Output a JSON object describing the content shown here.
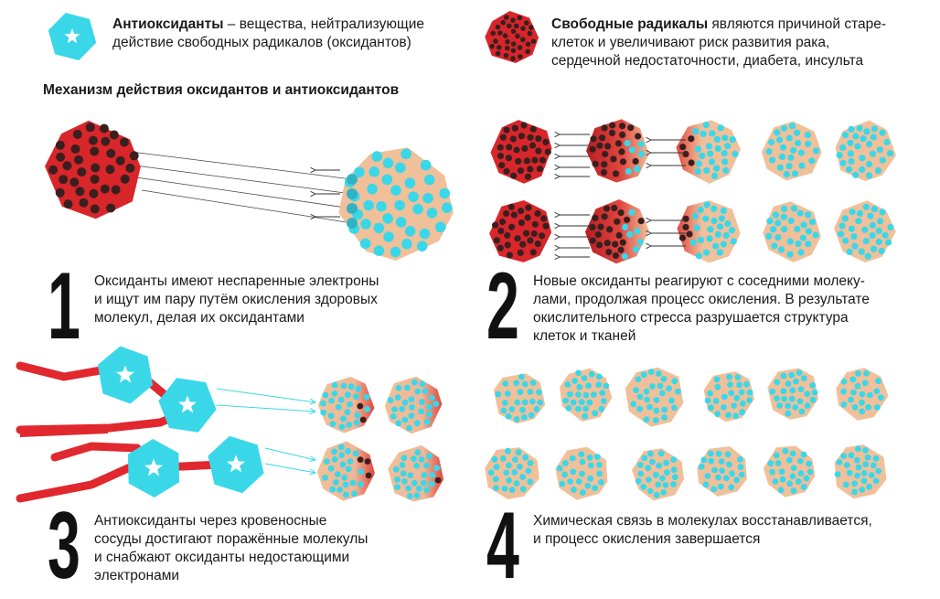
{
  "legend": {
    "antioxidant_term": "Антиоксиданты",
    "antioxidant_def_1": " – вещества, нейтрализующие",
    "antioxidant_def_2": "действие свободных радикалов (оксидантов)",
    "radical_term": "Свободные радикалы",
    "radical_def_1": " являются причиной старе-",
    "radical_def_2": "клеток и увеличивают риск развития рака,",
    "radical_def_3": "сердечной недостаточности, диабета, инсульта"
  },
  "heading": "Механизм действия оксидантов и антиоксидантов",
  "steps": [
    {
      "number": "1",
      "lines": [
        "Оксиданты имеют неспаренные электроны",
        "и ищут им пару путём окисления здоровых",
        "молекул, делая их оксидантами"
      ]
    },
    {
      "number": "2",
      "lines": [
        "Новые оксиданты реагируют с соседними молеку-",
        "лами, продолжая процесс окисления. В результате",
        "окислительного стресса разрушается структура",
        "клеток и тканей"
      ]
    },
    {
      "number": "3",
      "lines": [
        "Антиоксиданты через кровеносные",
        "сосуды достигают поражённые молекулы",
        "и снабжают оксиданты недостающими",
        "электронами"
      ]
    },
    {
      "number": "4",
      "lines": [
        "Химическая связь в молекулах восстанавливается,",
        "и процесс окисления завершается"
      ]
    }
  ],
  "colors": {
    "radical_red": "#d8262b",
    "radical_dark": "#a81c20",
    "healthy_peach": "#f0c09a",
    "dot_cyan": "#3ad7e9",
    "dot_dark": "#3a1f1f",
    "antioxidant_cyan": "#3ad7e9",
    "vessel_red": "#e0282e"
  },
  "icons": {
    "antioxidant": "star-hexagon-icon",
    "radical": "dotted-red-polygon-icon"
  }
}
